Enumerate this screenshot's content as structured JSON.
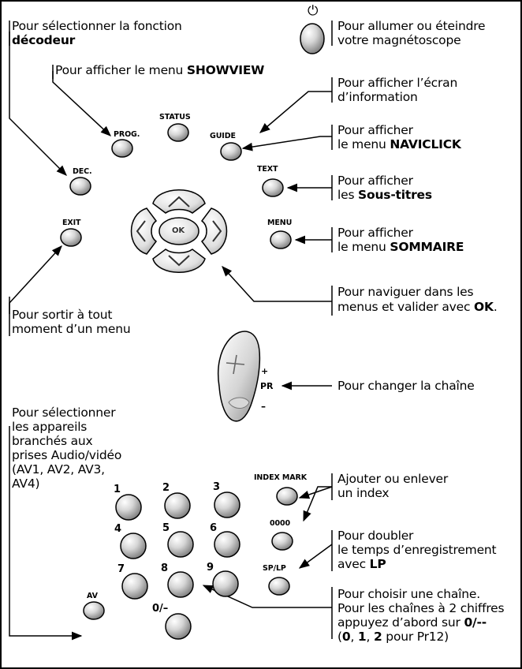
{
  "labels": {
    "decodeur_1": "Pour sélectionner la fonction",
    "decodeur_2": "décodeur",
    "showview_1": "Pour afficher le menu ",
    "showview_2": "SHOWVIEW",
    "power_1": "Pour allumer ou éteindre",
    "power_2": "votre magnétoscope",
    "status_1": "Pour afficher l’écran",
    "status_2": "d’information",
    "guide_1": "Pour afficher",
    "guide_2a": "le menu ",
    "guide_2b": "NAVICLICK",
    "text_1": "Pour afficher",
    "text_2a": "les ",
    "text_2b": "Sous-titres",
    "menu_1": "Pour afficher",
    "menu_2a": "le menu ",
    "menu_2b": "SOMMAIRE",
    "nav_1": "Pour naviguer dans les",
    "nav_2a": "menus et valider avec ",
    "nav_2b": "OK",
    "nav_2c": ".",
    "exit_1": "Pour sortir à tout",
    "exit_2": "moment d’un menu",
    "pr_1": "Pour changer la chaîne",
    "av_1": "Pour sélectionner",
    "av_2": "les appareils",
    "av_3": "branchés aux",
    "av_4": "prises Audio/vidéo",
    "av_5": "(AV1, AV2, AV3,",
    "av_6": "AV4)",
    "index_1": "Ajouter ou enlever",
    "index_2": "un index",
    "lp_1": "Pour doubler",
    "lp_2": "le temps d’enregistrement",
    "lp_3a": "avec ",
    "lp_3b": "LP",
    "digits_1": "Pour choisir une chaîne.",
    "digits_2": "Pour les chaînes à 2 chiffres",
    "digits_3a": "appuyez d’abord sur ",
    "digits_3b": "0/--",
    "digits_4a": "(",
    "digits_4b": "0",
    "digits_4c": ", ",
    "digits_4d": "1",
    "digits_4e": ", ",
    "digits_4f": "2",
    "digits_4g": " pour Pr12)"
  },
  "buttons": {
    "power_symbol": "⏻",
    "status": "STATUS",
    "prog": "PROG.",
    "guide": "GUIDE",
    "dec": "DEC.",
    "text": "TEXT",
    "exit": "EXIT",
    "menu": "MENU",
    "ok": "OK",
    "pr": "PR",
    "pr_plus": "+",
    "pr_minus": "–",
    "index_mark": "INDEX MARK",
    "zeros": "0000",
    "splp": "SP/LP",
    "av": "AV",
    "digits": [
      "1",
      "2",
      "3",
      "4",
      "5",
      "6",
      "7",
      "8",
      "9",
      "0/–"
    ]
  },
  "colors": {
    "button_fill_light": "#f2f2f2",
    "button_fill_dark": "#8c8c8c",
    "line": "#000000"
  }
}
